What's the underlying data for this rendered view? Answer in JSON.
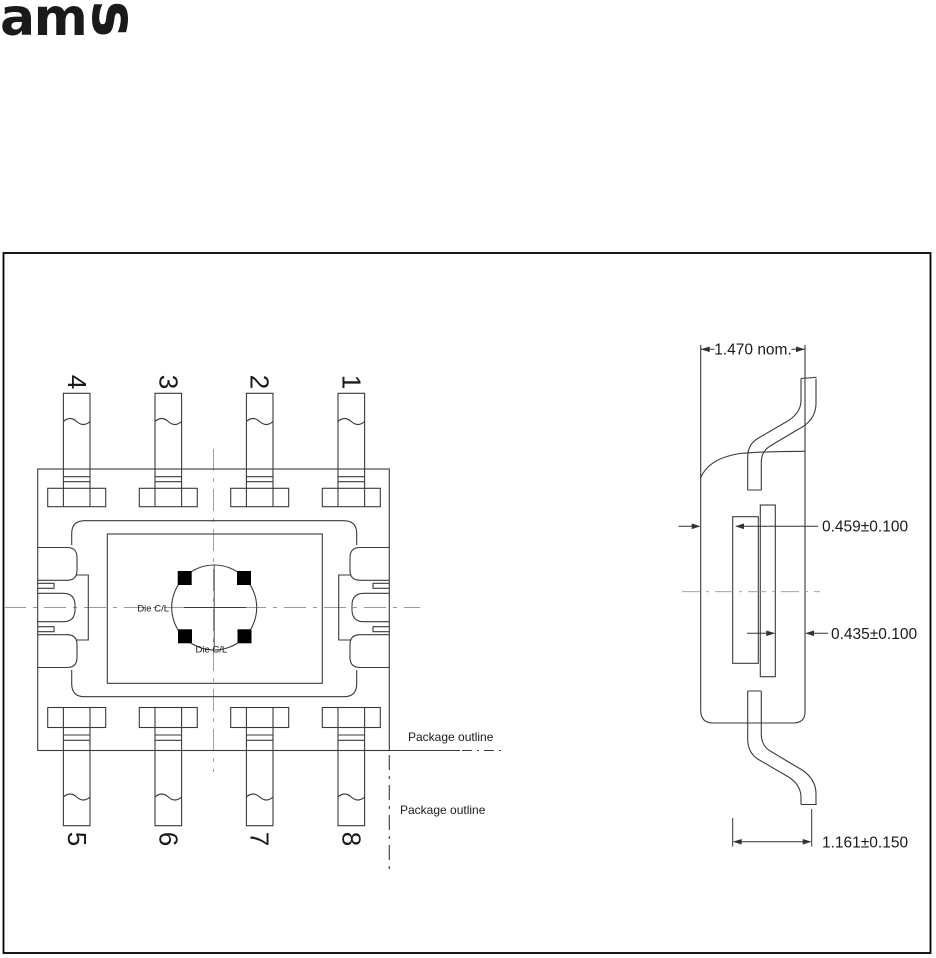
{
  "logo": {
    "am": "am",
    "s": "s",
    "color": "#47525d"
  },
  "top_view": {
    "pins_top": [
      "4",
      "3",
      "2",
      "1"
    ],
    "pins_bottom": [
      "5",
      "6",
      "7",
      "8"
    ],
    "die_center_label_left": "Die C/L",
    "die_center_label_bottom": "Die C/L",
    "package_outline_label_top": "Package outline",
    "package_outline_label_bottom": "Package outline"
  },
  "side_view": {
    "dim_overall_width": "1.470 nom.",
    "dim_pad_offset": "0.459±0.100",
    "dim_die_offset": "0.435±0.100",
    "dim_pad_to_lead": "1.161±0.150"
  },
  "colors": {
    "line": "#3a3a3a",
    "logo": "#47525d",
    "centerline": "#999999",
    "text": "#1a1a1a"
  }
}
